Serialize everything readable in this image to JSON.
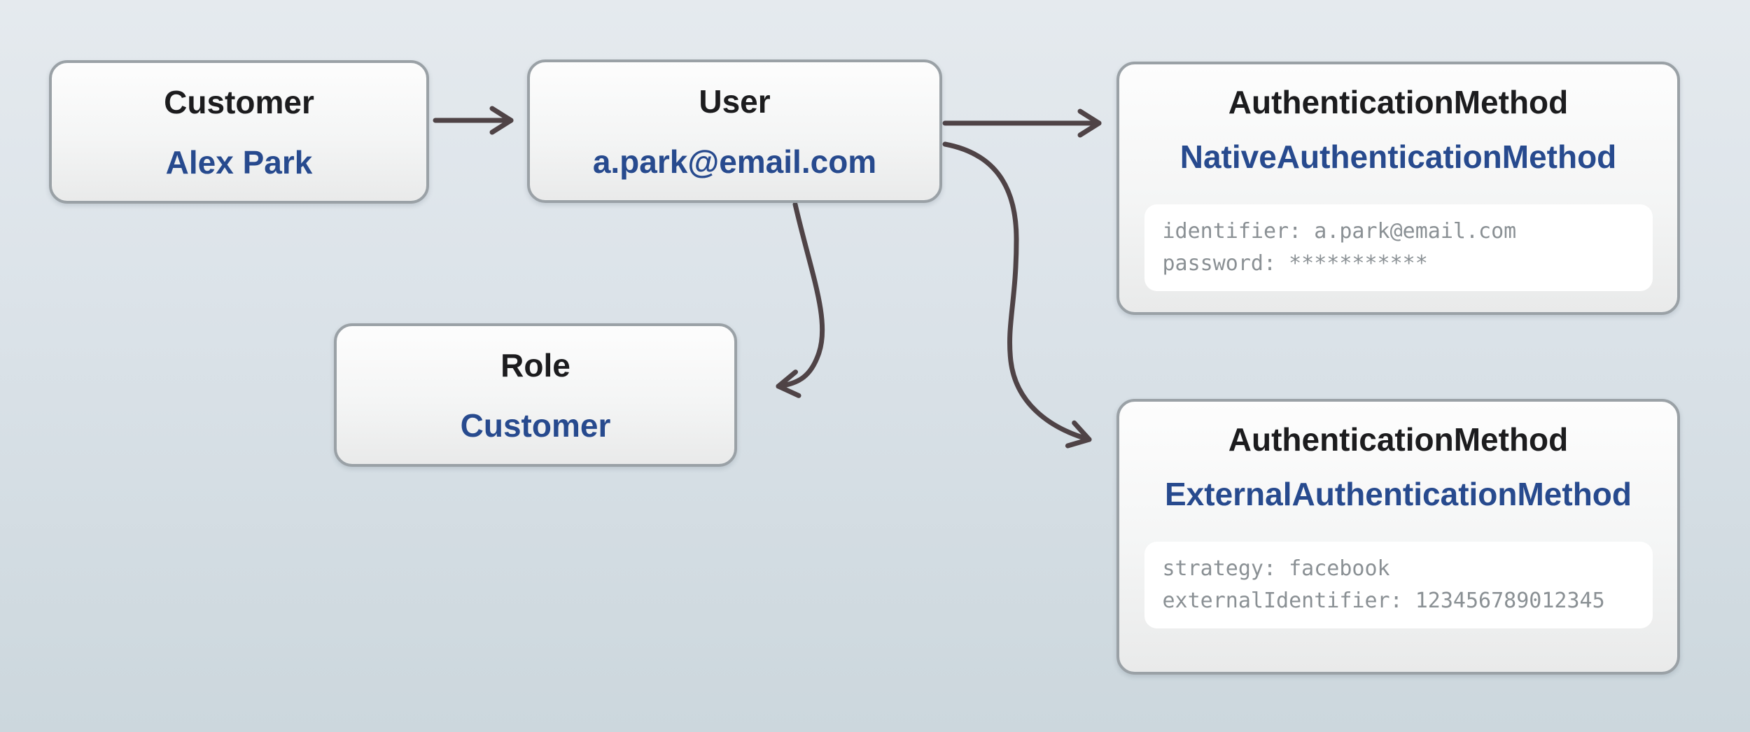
{
  "nodes": {
    "customer": {
      "type": "Customer",
      "value": "Alex Park"
    },
    "user": {
      "type": "User",
      "value": "a.park@email.com"
    },
    "role": {
      "type": "Role",
      "value": "Customer"
    },
    "native_auth": {
      "type": "AuthenticationMethod",
      "value": "NativeAuthenticationMethod",
      "details": [
        "identifier: a.park@email.com",
        "password: ***********"
      ]
    },
    "external_auth": {
      "type": "AuthenticationMethod",
      "value": "ExternalAuthenticationMethod",
      "details": [
        "strategy: facebook",
        "externalIdentifier: 123456789012345"
      ]
    }
  },
  "edges": [
    {
      "from": "customer",
      "to": "user",
      "style": "straight"
    },
    {
      "from": "user",
      "to": "native_auth",
      "style": "straight"
    },
    {
      "from": "user",
      "to": "role",
      "style": "curved"
    },
    {
      "from": "user",
      "to": "external_auth",
      "style": "curved"
    }
  ],
  "colors": {
    "bg-top": "#e5eaee",
    "bg-bottom": "#ccd7dd",
    "node-border": "#9aa1a6",
    "type-text": "#1c1c1e",
    "value-text": "#274a8e",
    "detail-text": "#8a9094",
    "panel-bg": "#ffffff",
    "edge": "#4f4346"
  }
}
